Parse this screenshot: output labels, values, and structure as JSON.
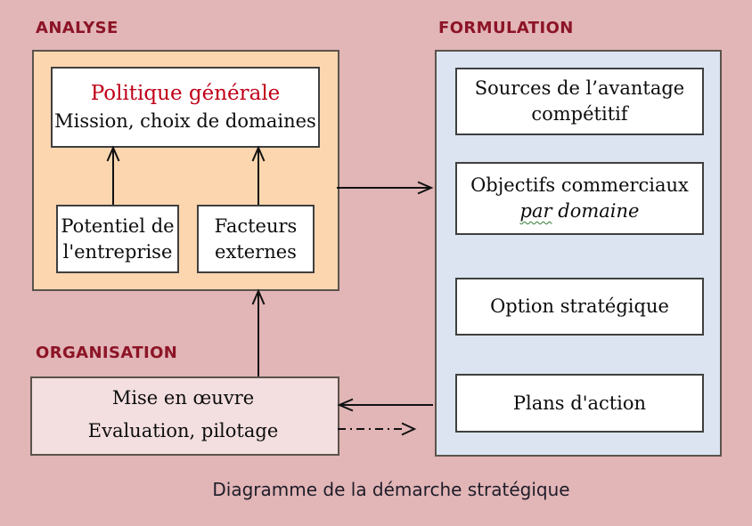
{
  "page": {
    "caption": "Diagramme de la démarche stratégique"
  },
  "analyse": {
    "label": "ANALYSE",
    "politique_title": "Politique générale",
    "politique_subtitle": "Mission, choix de domaines",
    "potentiel_line1": "Potentiel de",
    "potentiel_line2": "l'entreprise",
    "facteurs_line1": "Facteurs",
    "facteurs_line2": "externes"
  },
  "formulation": {
    "label": "FORMULATION",
    "sources_line1": "Sources de l’avantage",
    "sources_line2": "compétitif",
    "objectifs_line1": "Objectifs commerciaux",
    "objectifs_par": "par",
    "objectifs_domaine": "domaine",
    "option": "Option stratégique",
    "plans": "Plans d'action"
  },
  "organisation": {
    "label": "ORGANISATION",
    "mise_line1": "Mise en œuvre",
    "mise_line2": "Evaluation, pilotage"
  },
  "colors": {
    "background": "#e2b5b7",
    "analyse_fill": "#fbd6af",
    "formulation_fill": "#dbe4f0",
    "organisation_fill": "#f3dee0",
    "section_label": "#8c1426",
    "politique_title_red": "#c00018",
    "outer_border": "#5b534c",
    "inner_border": "#3f3f3f",
    "arrow": "#111111",
    "squiggle_underline": "#2e7d32",
    "caption_text": "#1d1d28"
  },
  "arrows": {
    "potentiel_to_politique": "solid up arrow",
    "facteurs_to_politique": "solid up arrow",
    "analyse_to_formulation": "solid right arrow",
    "organisation_to_analyse": "solid up arrow",
    "formulation_to_organisation": "solid left arrow",
    "organisation_to_formulation_feedback": "dash-dot right arrow"
  }
}
